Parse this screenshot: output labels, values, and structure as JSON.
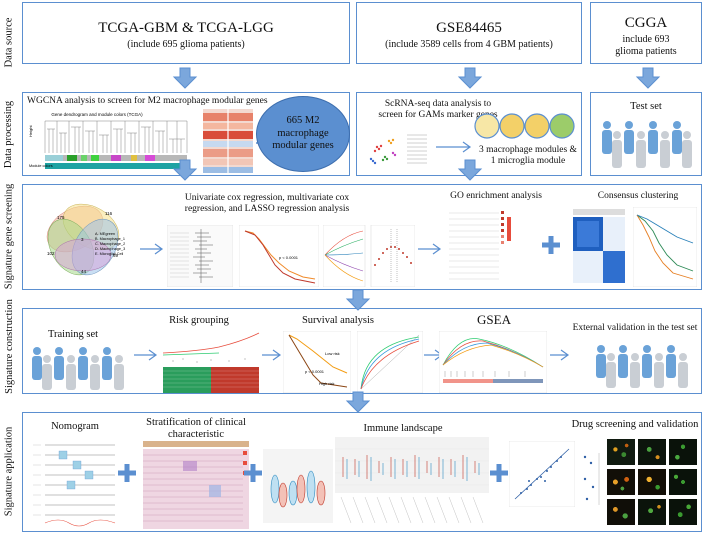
{
  "side_labels": [
    "Data source",
    "Data processing",
    "Signature gene screening",
    "Signature construction",
    "Signature application"
  ],
  "source": {
    "tcga_title": "TCGA-GBM & TCGA-LGG",
    "tcga_sub": "(include 695 glioma patients)",
    "gse_title": "GSE84465",
    "gse_sub": "(include 3589 cells from 4 GBM patients)",
    "cgga_title": "CGGA",
    "cgga_sub1": "include 693",
    "cgga_sub2": "glioma patients"
  },
  "processing": {
    "wgcna": "WGCNA analysis to screen for M2 macrophage modular genes",
    "dendro_title": "Gene dendrogram and module colors (TCGA)",
    "height_label": "Height",
    "module_label": "Module colors",
    "circle_text": "665 M2 macrophage modular genes",
    "scrna": "ScRNA-seq data analysis to screen for GAMs marker genes",
    "modules": "3 macrophage modules & 1 microglia module",
    "test_set": "Test set"
  },
  "screening": {
    "cox": "Univariate cox regression, multivariate cox regression, and LASSO regression analysis",
    "go": "GO enrichment analysis",
    "consensus": "Consensus clustering",
    "venn_labels": [
      "A. MEgreen",
      "B. Macrophage_1",
      "C. Macrophage_2",
      "D. Macrophage_3",
      "E. Microglial Cell"
    ],
    "venn_nums": [
      "175",
      "116",
      "102",
      "69",
      "44",
      "3"
    ]
  },
  "construction": {
    "training": "Training set",
    "risk": "Risk grouping",
    "survival": "Survival analysis",
    "gsea": "GSEA",
    "external": "External validation in the test set",
    "low_risk": "Low risk",
    "high_risk": "High risk",
    "pval": "p < 0.0001"
  },
  "application": {
    "nomogram": "Nomogram",
    "strat1": "Stratification of clinical",
    "strat2": "characteristic",
    "immune": "Immune landscape",
    "drug": "Drug screening and validation"
  },
  "colors": {
    "border": "#5b8fd0",
    "arrow": "#5b8fd0",
    "arrow_fill": "#7ba7dc",
    "circle": "#5b8fd0"
  }
}
